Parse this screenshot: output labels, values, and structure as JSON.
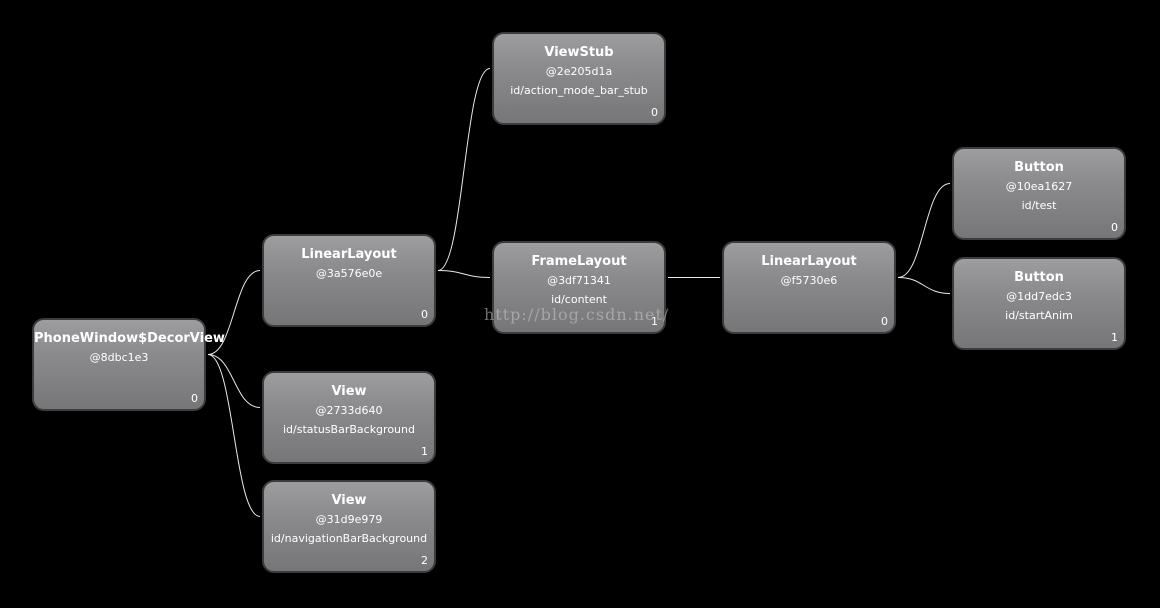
{
  "diagram": {
    "nodes": [
      {
        "key": "decor",
        "name": "node-phonewindow-decorview",
        "title": "PhoneWindow$DecorView",
        "hash": "@8dbc1e3",
        "id": "",
        "index": "0"
      },
      {
        "key": "ll1",
        "name": "node-linearlayout-root",
        "title": "LinearLayout",
        "hash": "@3a576e0e",
        "id": "",
        "index": "0"
      },
      {
        "key": "statusbar",
        "name": "node-view-statusbar",
        "title": "View",
        "hash": "@2733d640",
        "id": "id/statusBarBackground",
        "index": "1"
      },
      {
        "key": "navbar",
        "name": "node-view-navigationbar",
        "title": "View",
        "hash": "@31d9e979",
        "id": "id/navigationBarBackground",
        "index": "2"
      },
      {
        "key": "viewstub",
        "name": "node-viewstub",
        "title": "ViewStub",
        "hash": "@2e205d1a",
        "id": "id/action_mode_bar_stub",
        "index": "0"
      },
      {
        "key": "frame",
        "name": "node-framelayout-content",
        "title": "FrameLayout",
        "hash": "@3df71341",
        "id": "id/content",
        "index": "1"
      },
      {
        "key": "ll2",
        "name": "node-linearlayout-inner",
        "title": "LinearLayout",
        "hash": "@f5730e6",
        "id": "",
        "index": "0"
      },
      {
        "key": "btn1",
        "name": "node-button-test",
        "title": "Button",
        "hash": "@10ea1627",
        "id": "id/test",
        "index": "0"
      },
      {
        "key": "btn2",
        "name": "node-button-startanim",
        "title": "Button",
        "hash": "@1dd7edc3",
        "id": "id/startAnim",
        "index": "1"
      }
    ],
    "edges": [
      [
        "decor",
        "ll1"
      ],
      [
        "decor",
        "statusbar"
      ],
      [
        "decor",
        "navbar"
      ],
      [
        "ll1",
        "viewstub"
      ],
      [
        "ll1",
        "frame"
      ],
      [
        "frame",
        "ll2"
      ],
      [
        "ll2",
        "btn1"
      ],
      [
        "ll2",
        "btn2"
      ]
    ],
    "watermark": "http://blog.csdn.net/"
  }
}
